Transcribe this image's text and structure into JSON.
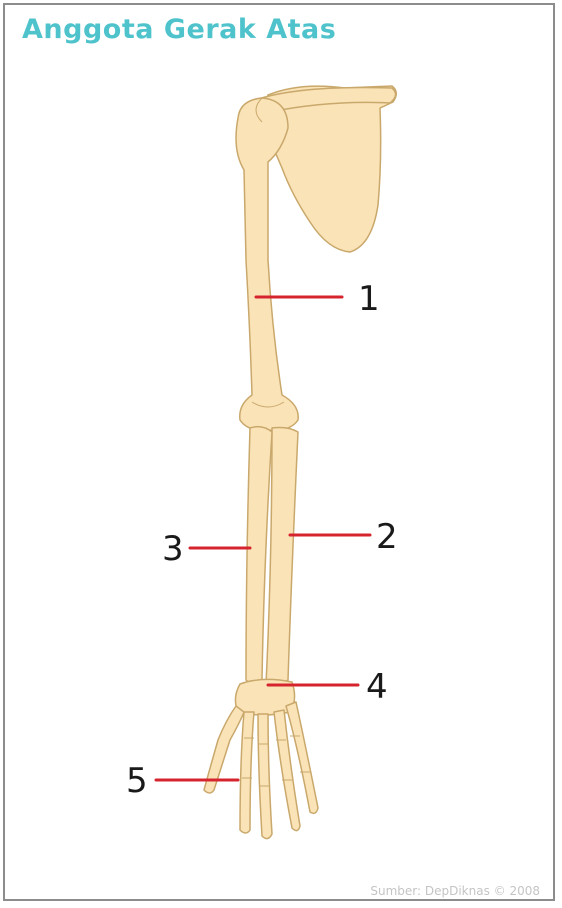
{
  "title": "Anggota Gerak Atas",
  "credit": "Sumber: DepDiknas © 2008",
  "labels": [
    {
      "number": "1"
    },
    {
      "number": "2"
    },
    {
      "number": "3"
    },
    {
      "number": "4"
    },
    {
      "number": "5"
    }
  ],
  "colors": {
    "title": "#4fc3cc",
    "bone_fill": "#fbe3b8",
    "bone_stroke": "#c9a86b",
    "leader_line": "#d6242e",
    "frame": "#8c8c8c"
  }
}
